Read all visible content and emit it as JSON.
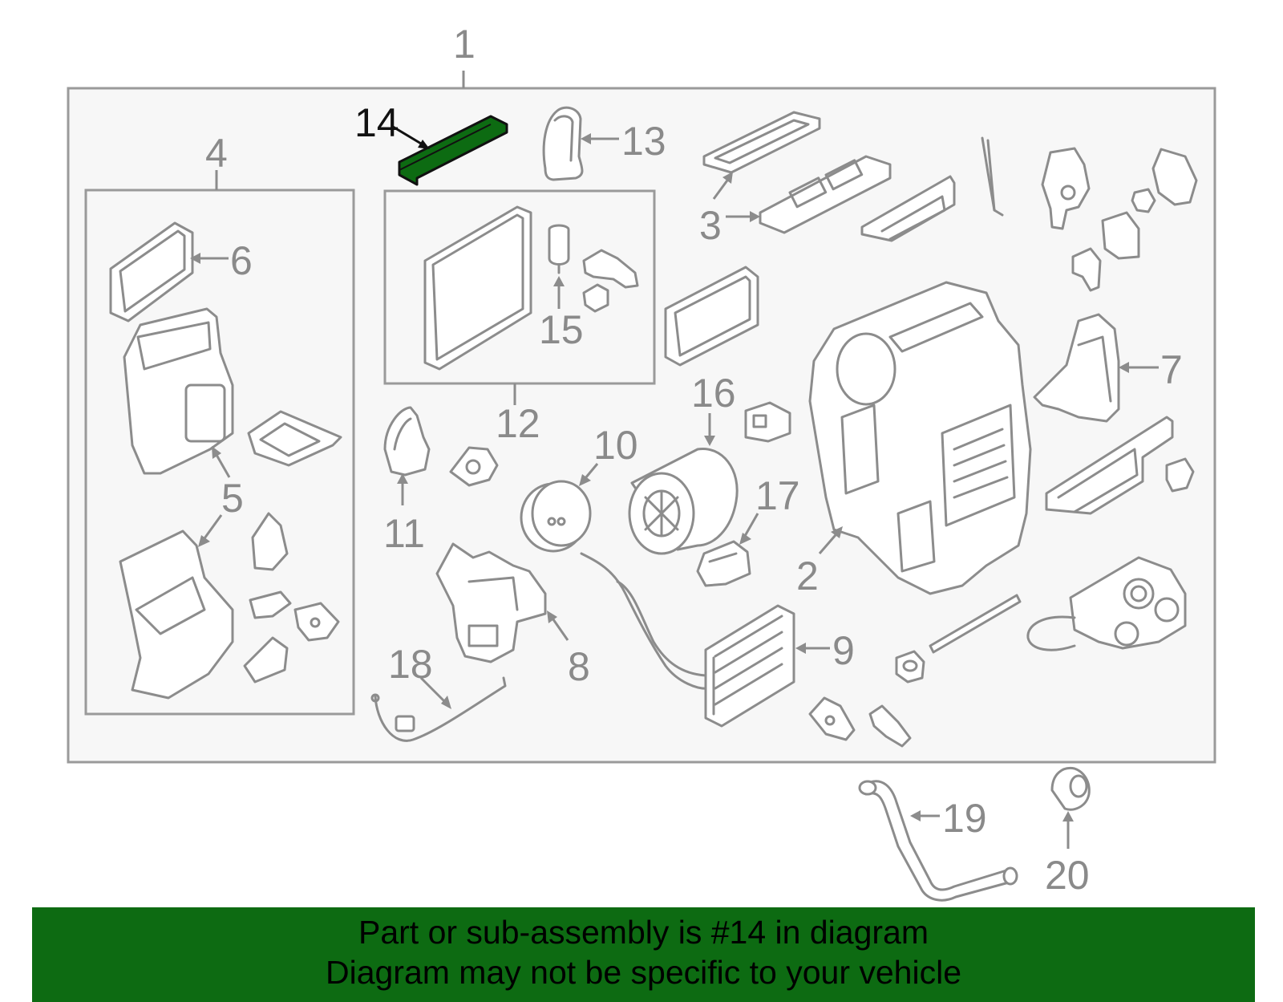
{
  "diagram": {
    "highlight_color": "#0d6b12",
    "callouts": [
      {
        "label": "1",
        "highlighted": false
      },
      {
        "label": "2",
        "highlighted": false
      },
      {
        "label": "3",
        "highlighted": false
      },
      {
        "label": "3",
        "highlighted": false
      },
      {
        "label": "4",
        "highlighted": false
      },
      {
        "label": "5",
        "highlighted": false
      },
      {
        "label": "5",
        "highlighted": false
      },
      {
        "label": "6",
        "highlighted": false
      },
      {
        "label": "7",
        "highlighted": false
      },
      {
        "label": "8",
        "highlighted": false
      },
      {
        "label": "9",
        "highlighted": false
      },
      {
        "label": "10",
        "highlighted": false
      },
      {
        "label": "11",
        "highlighted": false
      },
      {
        "label": "12",
        "highlighted": false
      },
      {
        "label": "13",
        "highlighted": false
      },
      {
        "label": "14",
        "highlighted": true
      },
      {
        "label": "15",
        "highlighted": false
      },
      {
        "label": "16",
        "highlighted": false
      },
      {
        "label": "17",
        "highlighted": false
      },
      {
        "label": "18",
        "highlighted": false
      },
      {
        "label": "19",
        "highlighted": false
      },
      {
        "label": "20",
        "highlighted": false
      }
    ]
  },
  "banner": {
    "line1": "Part or sub-assembly is #14 in diagram",
    "line2": "Diagram may not be specific to your vehicle",
    "background": "#0d6b12"
  }
}
